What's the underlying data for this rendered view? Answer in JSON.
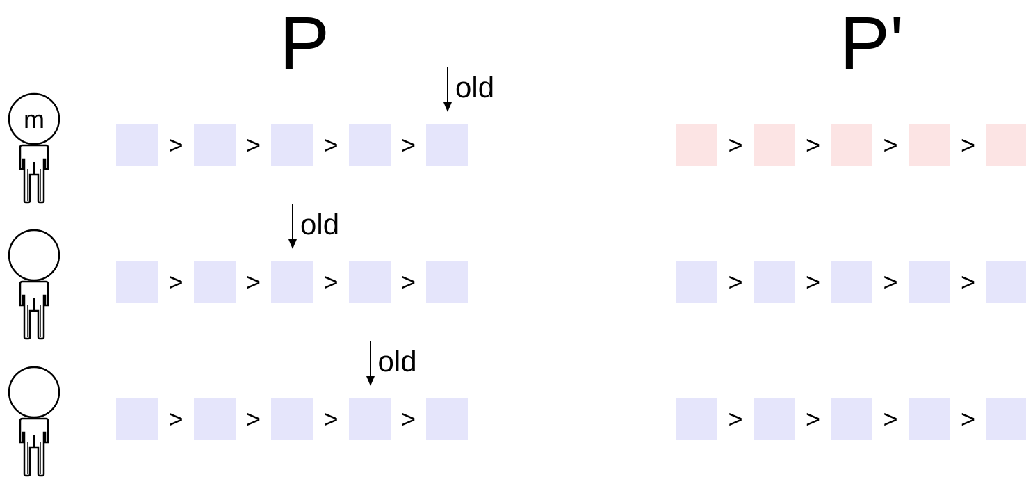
{
  "headings": {
    "left": "P",
    "right": "P'"
  },
  "person_marker_label": "m",
  "separator": ">",
  "marker_label": "old",
  "colors": {
    "blue_box": "#e5e5fb",
    "pink_box": "#fce4e4"
  },
  "rows": [
    {
      "person_marked": true,
      "p_old_index": 4,
      "p_prime_color": "pink"
    },
    {
      "person_marked": false,
      "p_old_index": 2,
      "p_prime_color": "blue"
    },
    {
      "person_marked": false,
      "p_old_index": 3,
      "p_prime_color": "blue"
    }
  ]
}
